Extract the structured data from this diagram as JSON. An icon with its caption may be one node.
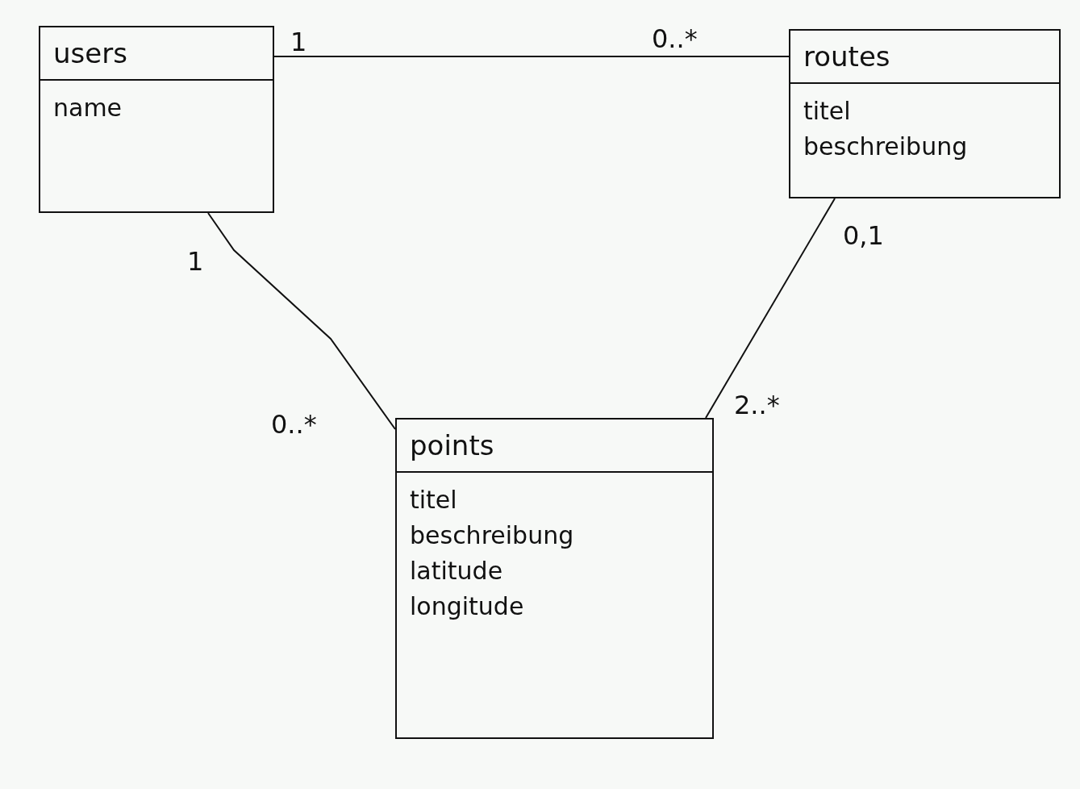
{
  "diagram": {
    "nodes": [
      {
        "text": [
          "users",
          "name"
        ]
      },
      {
        "text": [
          "routes",
          "titel",
          "beschreibung"
        ]
      },
      {
        "text": [
          "points",
          "titel",
          "beschreibung",
          "latitude",
          "longitude"
        ]
      }
    ],
    "edges": [
      {
        "from": 0,
        "to": 1,
        "arrow": "none"
      },
      {
        "from": 0,
        "to": 2,
        "arrow": "none"
      },
      {
        "from": 1,
        "to": 2,
        "arrow": "none"
      }
    ],
    "labels": [
      "1",
      "0..*",
      "1",
      "0,1",
      "0..*",
      "2..*"
    ]
  }
}
